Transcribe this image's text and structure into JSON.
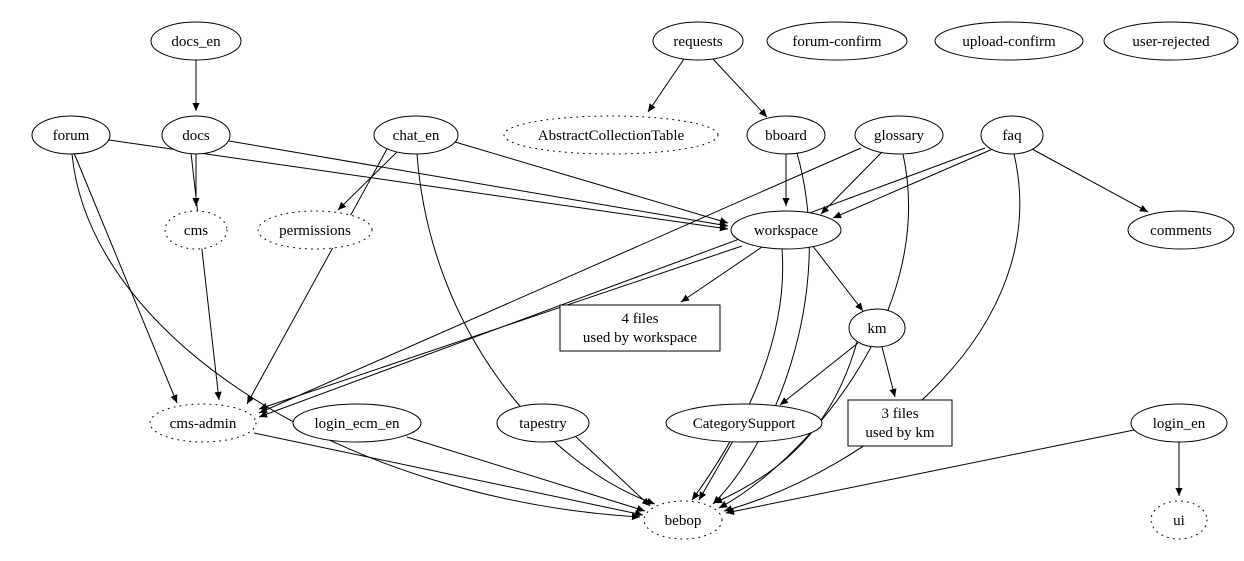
{
  "graph": {
    "nodes": {
      "docs_en": "docs_en",
      "requests": "requests",
      "forum_confirm": "forum-confirm",
      "upload_confirm": "upload-confirm",
      "user_rejected": "user-rejected",
      "forum": "forum",
      "docs": "docs",
      "chat_en": "chat_en",
      "abstract_collection_table": "AbstractCollectionTable",
      "bboard": "bboard",
      "glossary": "glossary",
      "faq": "faq",
      "cms": "cms",
      "permissions": "permissions",
      "workspace": "workspace",
      "comments": "comments",
      "km": "km",
      "cms_admin": "cms-admin",
      "login_ecm_en": "login_ecm_en",
      "tapestry": "tapestry",
      "category_support": "CategorySupport",
      "login_en": "login_en",
      "bebop": "bebop",
      "ui": "ui"
    },
    "boxes": {
      "files_4": {
        "line1": "4 files",
        "line2": "used by workspace"
      },
      "files_3": {
        "line1": "3 files",
        "line2": "used by km"
      }
    },
    "edges": [
      {
        "from": "docs_en",
        "to": "docs"
      },
      {
        "from": "docs",
        "to": "cms"
      },
      {
        "from": "docs",
        "to": "cms-admin"
      },
      {
        "from": "docs",
        "to": "workspace"
      },
      {
        "from": "forum",
        "to": "workspace"
      },
      {
        "from": "forum",
        "to": "cms-admin"
      },
      {
        "from": "forum",
        "to": "bebop"
      },
      {
        "from": "chat_en",
        "to": "permissions"
      },
      {
        "from": "chat_en",
        "to": "cms-admin"
      },
      {
        "from": "chat_en",
        "to": "workspace"
      },
      {
        "from": "chat_en",
        "to": "bebop"
      },
      {
        "from": "requests",
        "to": "AbstractCollectionTable"
      },
      {
        "from": "requests",
        "to": "bboard"
      },
      {
        "from": "bboard",
        "to": "workspace"
      },
      {
        "from": "bboard",
        "to": "bebop"
      },
      {
        "from": "glossary",
        "to": "workspace"
      },
      {
        "from": "glossary",
        "to": "cms-admin"
      },
      {
        "from": "glossary",
        "to": "bebop"
      },
      {
        "from": "faq",
        "to": "workspace"
      },
      {
        "from": "faq",
        "to": "comments"
      },
      {
        "from": "faq",
        "to": "cms-admin"
      },
      {
        "from": "faq",
        "to": "bebop"
      },
      {
        "from": "workspace",
        "to": "4 files used by workspace"
      },
      {
        "from": "workspace",
        "to": "km"
      },
      {
        "from": "workspace",
        "to": "cms-admin"
      },
      {
        "from": "workspace",
        "to": "bebop"
      },
      {
        "from": "km",
        "to": "3 files used by km"
      },
      {
        "from": "km",
        "to": "CategorySupport"
      },
      {
        "from": "km",
        "to": "bebop"
      },
      {
        "from": "CategorySupport",
        "to": "bebop"
      },
      {
        "from": "tapestry",
        "to": "bebop"
      },
      {
        "from": "login_ecm_en",
        "to": "bebop"
      },
      {
        "from": "cms-admin",
        "to": "bebop"
      },
      {
        "from": "login_en",
        "to": "bebop"
      },
      {
        "from": "login_en",
        "to": "ui"
      }
    ]
  }
}
